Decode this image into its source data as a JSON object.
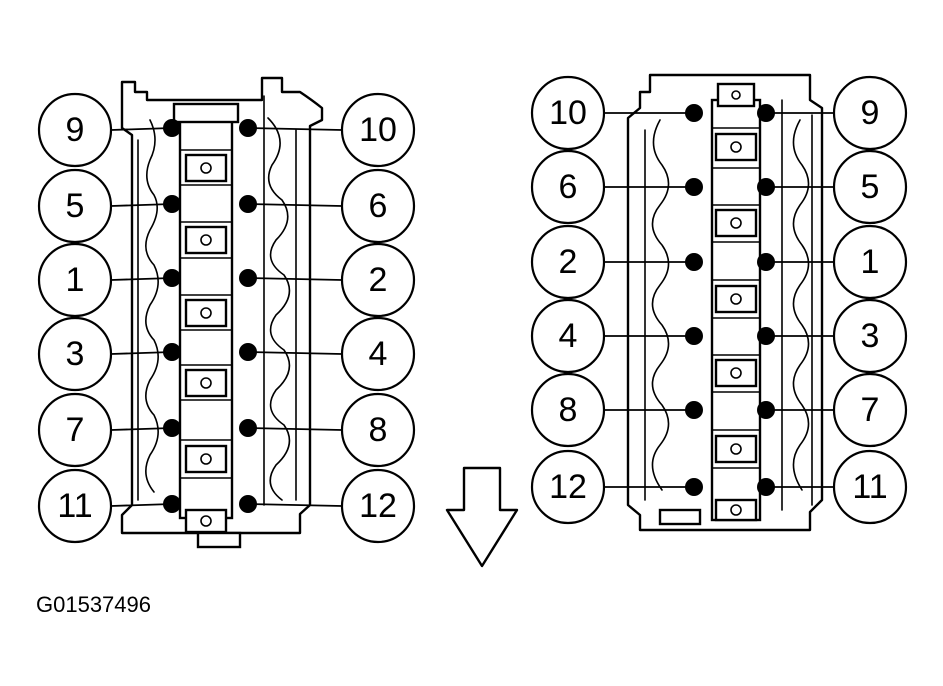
{
  "figure_code": "G01537496",
  "left_head": {
    "left_labels": [
      "9",
      "5",
      "1",
      "3",
      "7",
      "11"
    ],
    "right_labels": [
      "10",
      "6",
      "2",
      "4",
      "8",
      "12"
    ]
  },
  "right_head": {
    "left_labels": [
      "10",
      "6",
      "2",
      "4",
      "8",
      "12"
    ],
    "right_labels": [
      "9",
      "5",
      "1",
      "3",
      "7",
      "11"
    ]
  },
  "direction_icon": "arrow-down-icon",
  "colors": {
    "ink": "#000000",
    "paper": "#ffffff"
  }
}
